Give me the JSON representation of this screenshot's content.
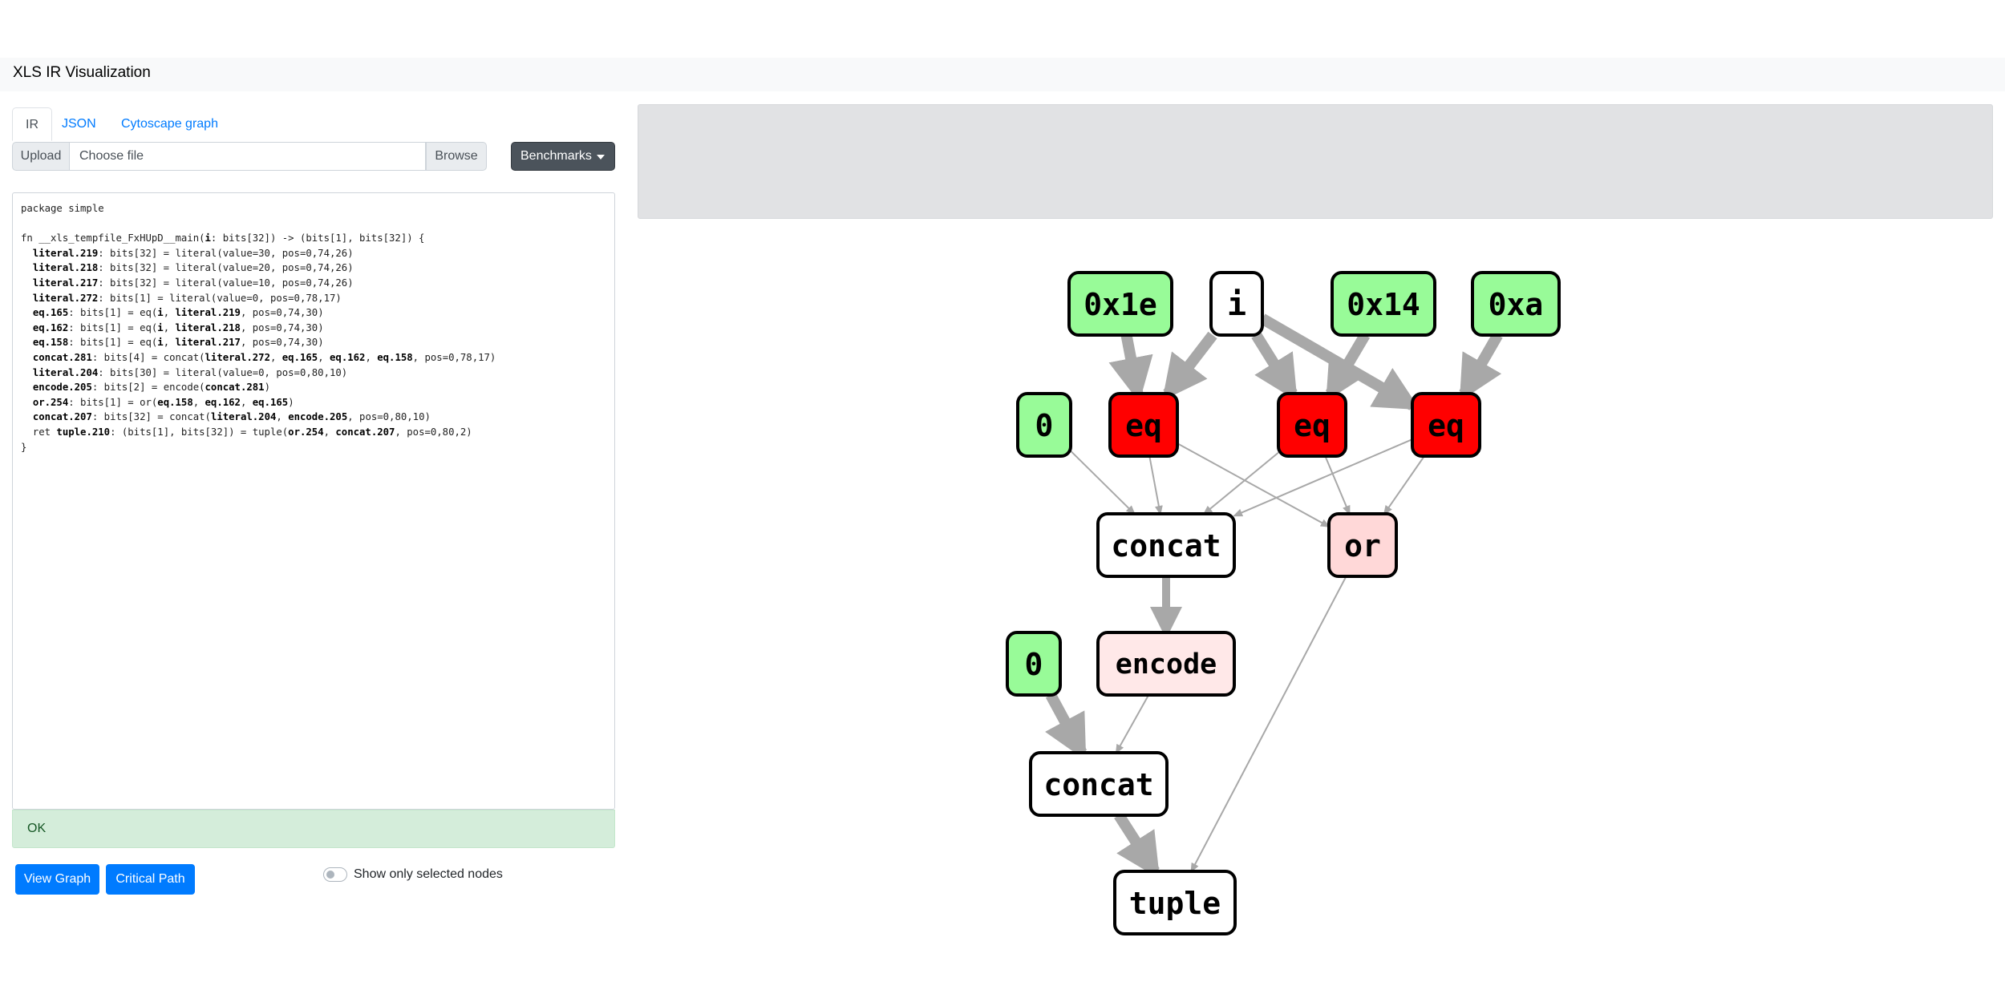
{
  "app": {
    "title": "XLS IR Visualization"
  },
  "tabs": [
    {
      "label": "IR",
      "active": true
    },
    {
      "label": "JSON",
      "active": false
    },
    {
      "label": "Cytoscape graph",
      "active": false
    }
  ],
  "upload": {
    "prepend": "Upload",
    "placeholder": "Choose file",
    "browse": "Browse"
  },
  "benchmarks": {
    "label": "Benchmarks"
  },
  "ir": {
    "lines": [
      [
        {
          "t": "package simple"
        }
      ],
      [
        {
          "t": ""
        }
      ],
      [
        {
          "t": "fn __xls_tempfile_FxHUpD__main("
        },
        {
          "t": "i",
          "b": true
        },
        {
          "t": ": bits[32]) -> (bits[1], bits[32]) {"
        }
      ],
      [
        {
          "t": "  "
        },
        {
          "t": "literal.219",
          "b": true
        },
        {
          "t": ": bits[32] = literal(value=30, pos=0,74,26)"
        }
      ],
      [
        {
          "t": "  "
        },
        {
          "t": "literal.218",
          "b": true
        },
        {
          "t": ": bits[32] = literal(value=20, pos=0,74,26)"
        }
      ],
      [
        {
          "t": "  "
        },
        {
          "t": "literal.217",
          "b": true
        },
        {
          "t": ": bits[32] = literal(value=10, pos=0,74,26)"
        }
      ],
      [
        {
          "t": "  "
        },
        {
          "t": "literal.272",
          "b": true
        },
        {
          "t": ": bits[1] = literal(value=0, pos=0,78,17)"
        }
      ],
      [
        {
          "t": "  "
        },
        {
          "t": "eq.165",
          "b": true
        },
        {
          "t": ": bits[1] = eq("
        },
        {
          "t": "i",
          "b": true
        },
        {
          "t": ", "
        },
        {
          "t": "literal.219",
          "b": true
        },
        {
          "t": ", pos=0,74,30)"
        }
      ],
      [
        {
          "t": "  "
        },
        {
          "t": "eq.162",
          "b": true
        },
        {
          "t": ": bits[1] = eq("
        },
        {
          "t": "i",
          "b": true
        },
        {
          "t": ", "
        },
        {
          "t": "literal.218",
          "b": true
        },
        {
          "t": ", pos=0,74,30)"
        }
      ],
      [
        {
          "t": "  "
        },
        {
          "t": "eq.158",
          "b": true
        },
        {
          "t": ": bits[1] = eq("
        },
        {
          "t": "i",
          "b": true
        },
        {
          "t": ", "
        },
        {
          "t": "literal.217",
          "b": true
        },
        {
          "t": ", pos=0,74,30)"
        }
      ],
      [
        {
          "t": "  "
        },
        {
          "t": "concat.281",
          "b": true
        },
        {
          "t": ": bits[4] = concat("
        },
        {
          "t": "literal.272",
          "b": true
        },
        {
          "t": ", "
        },
        {
          "t": "eq.165",
          "b": true
        },
        {
          "t": ", "
        },
        {
          "t": "eq.162",
          "b": true
        },
        {
          "t": ", "
        },
        {
          "t": "eq.158",
          "b": true
        },
        {
          "t": ", pos=0,78,17)"
        }
      ],
      [
        {
          "t": "  "
        },
        {
          "t": "literal.204",
          "b": true
        },
        {
          "t": ": bits[30] = literal(value=0, pos=0,80,10)"
        }
      ],
      [
        {
          "t": "  "
        },
        {
          "t": "encode.205",
          "b": true
        },
        {
          "t": ": bits[2] = encode("
        },
        {
          "t": "concat.281",
          "b": true
        },
        {
          "t": ")"
        }
      ],
      [
        {
          "t": "  "
        },
        {
          "t": "or.254",
          "b": true
        },
        {
          "t": ": bits[1] = or("
        },
        {
          "t": "eq.158",
          "b": true
        },
        {
          "t": ", "
        },
        {
          "t": "eq.162",
          "b": true
        },
        {
          "t": ", "
        },
        {
          "t": "eq.165",
          "b": true
        },
        {
          "t": ")"
        }
      ],
      [
        {
          "t": "  "
        },
        {
          "t": "concat.207",
          "b": true
        },
        {
          "t": ": bits[32] = concat("
        },
        {
          "t": "literal.204",
          "b": true
        },
        {
          "t": ", "
        },
        {
          "t": "encode.205",
          "b": true
        },
        {
          "t": ", pos=0,80,10)"
        }
      ],
      [
        {
          "t": "  ret "
        },
        {
          "t": "tuple.210",
          "b": true
        },
        {
          "t": ": (bits[1], bits[32]) = tuple("
        },
        {
          "t": "or.254",
          "b": true
        },
        {
          "t": ", "
        },
        {
          "t": "concat.207",
          "b": true
        },
        {
          "t": ", pos=0,80,2)"
        }
      ],
      [
        {
          "t": "}"
        }
      ]
    ]
  },
  "status": {
    "text": "OK"
  },
  "buttons": {
    "view_graph": "View Graph",
    "critical_path": "Critical Path"
  },
  "toggle": {
    "label": "Show only selected nodes",
    "checked": false
  },
  "colors": {
    "literal": "#98fb98",
    "eq": "#ff0000",
    "or": "#ffd8d8",
    "encode": "#ffe8e8",
    "default": "#ffffff",
    "edge": "#a8a8a8"
  },
  "graph": {
    "nodes": [
      {
        "id": "lit219",
        "label": "0x1e",
        "kind": "literal"
      },
      {
        "id": "i",
        "label": "i",
        "kind": "default"
      },
      {
        "id": "lit218",
        "label": "0x14",
        "kind": "literal"
      },
      {
        "id": "lit217",
        "label": "0xa",
        "kind": "literal"
      },
      {
        "id": "lit272",
        "label": "0",
        "kind": "literal"
      },
      {
        "id": "eq165",
        "label": "eq",
        "kind": "eq"
      },
      {
        "id": "eq162",
        "label": "eq",
        "kind": "eq"
      },
      {
        "id": "eq158",
        "label": "eq",
        "kind": "eq"
      },
      {
        "id": "concat281",
        "label": "concat",
        "kind": "default"
      },
      {
        "id": "or254",
        "label": "or",
        "kind": "or"
      },
      {
        "id": "lit204",
        "label": "0",
        "kind": "literal"
      },
      {
        "id": "encode205",
        "label": "encode",
        "kind": "encode"
      },
      {
        "id": "concat207",
        "label": "concat",
        "kind": "default"
      },
      {
        "id": "tuple210",
        "label": "tuple",
        "kind": "default"
      }
    ],
    "edges": [
      {
        "from": "lit219",
        "to": "eq165",
        "width": 32
      },
      {
        "from": "i",
        "to": "eq165",
        "width": 32
      },
      {
        "from": "i",
        "to": "eq162",
        "width": 32
      },
      {
        "from": "i",
        "to": "eq158",
        "width": 32
      },
      {
        "from": "lit218",
        "to": "eq162",
        "width": 32
      },
      {
        "from": "lit217",
        "to": "eq158",
        "width": 32
      },
      {
        "from": "lit272",
        "to": "concat281",
        "width": 1
      },
      {
        "from": "eq165",
        "to": "concat281",
        "width": 1
      },
      {
        "from": "eq162",
        "to": "concat281",
        "width": 1
      },
      {
        "from": "eq158",
        "to": "concat281",
        "width": 1
      },
      {
        "from": "eq158",
        "to": "or254",
        "width": 1
      },
      {
        "from": "eq162",
        "to": "or254",
        "width": 1
      },
      {
        "from": "eq165",
        "to": "or254",
        "width": 1
      },
      {
        "from": "concat281",
        "to": "encode205",
        "width": 4
      },
      {
        "from": "lit204",
        "to": "concat207",
        "width": 30
      },
      {
        "from": "encode205",
        "to": "concat207",
        "width": 2
      },
      {
        "from": "or254",
        "to": "tuple210",
        "width": 1
      },
      {
        "from": "concat207",
        "to": "tuple210",
        "width": 32
      }
    ]
  }
}
